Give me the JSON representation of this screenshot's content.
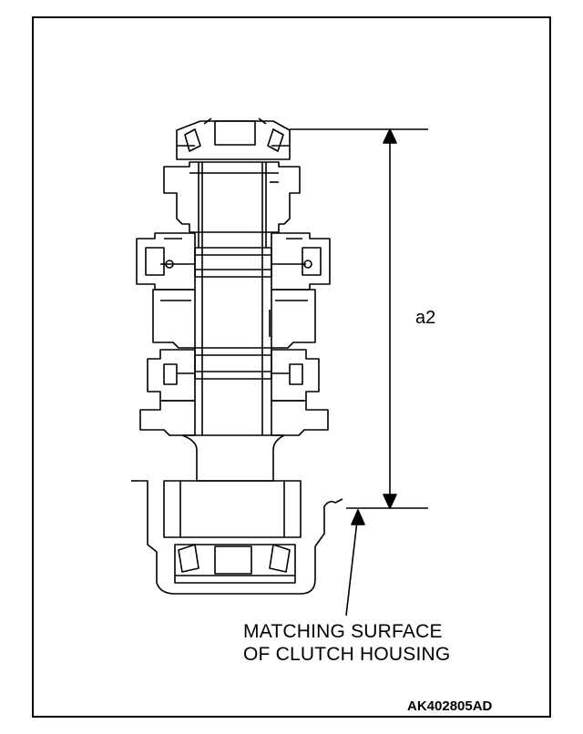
{
  "dimension": {
    "label": "a2"
  },
  "callout": {
    "line1": "MATCHING SURFACE",
    "line2": "OF CLUTCH HOUSING"
  },
  "figure": {
    "id": "AK402805AD"
  },
  "colors": {
    "ink": "#000000",
    "paper": "#ffffff"
  }
}
